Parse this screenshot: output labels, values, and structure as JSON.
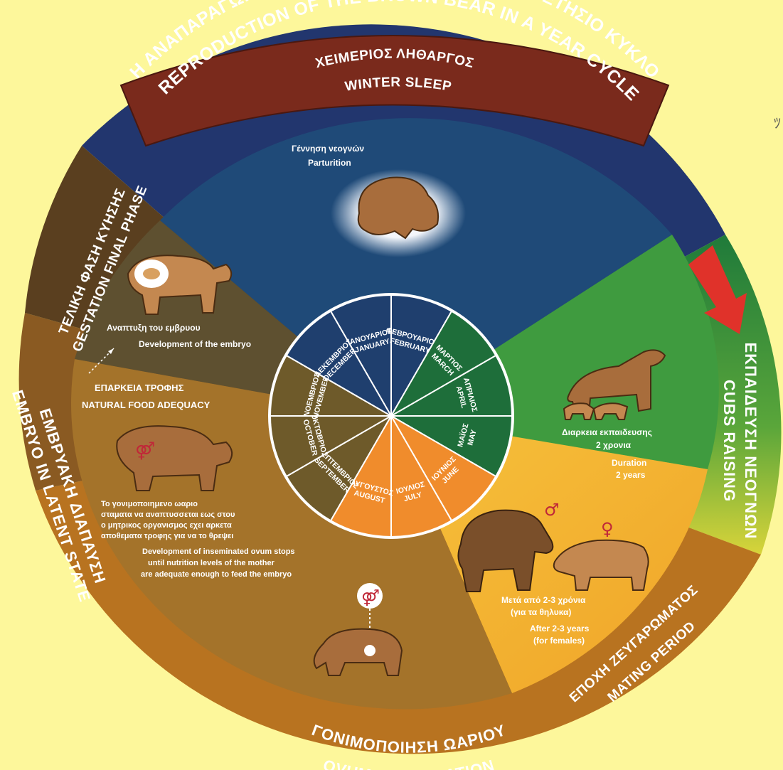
{
  "title": {
    "greek": "Η ΑΝΑΠΑΡΑΓΩΓΗ ΤΗΣ ΚΑΦΕ ΑΡΚΟΥΔΑΣ ΣΕ ΕΝΑ ΕΤΗΣΙΟ ΚΥΚΛΟ",
    "english": "REPRODUCTION OF THE BROWN BEAR IN A YEAR CYCLE"
  },
  "phases": {
    "winter_sleep": {
      "greek": "ΧΕΙΜΕΡΙΟΣ ΛΗΘΑΡΓΟΣ",
      "english": "WINTER SLEEP"
    },
    "cubs_raising": {
      "greek": "ΕΚΠΑΙΔΕΥΣΗ ΝΕΟΓΝΩΝ",
      "english": "CUBS RAISING"
    },
    "mating_period": {
      "greek": "ΕΠΟΧΗ ΖΕΥΓΑΡΩΜΑΤΟΣ",
      "english": "MATING PERIOD"
    },
    "ovum_insemination": {
      "greek": "ΓΟΝΙΜΟΠΟΙΗΣΗ ΩΑΡΙΟΥ",
      "english": "OVUM INSEMINATION"
    },
    "embryo_latent": {
      "greek": "ΕΜΒΡΥΑΚΗ ΔΙΑΠΑΥΣΗ",
      "english": "EMBRYO IN LATENT STATE"
    },
    "gestation_final": {
      "greek": "ΤΕΛΙΚΗ ΦΑΣΗ ΚΥΗΣΗΣ",
      "english": "GESTATION FINAL PHASE"
    }
  },
  "notes": {
    "parturition": {
      "greek": "Γέννηση νεογνών",
      "english": "Parturition"
    },
    "embryo_development": {
      "greek": "Αναπτυξη του εμβρυου",
      "english": "Development of the embryo"
    },
    "food_adequacy": {
      "greek": "ΕΠΑΡΚΕΙΑ ΤΡΟΦΗΣ",
      "english": "NATURAL FOOD ADEQUACY"
    },
    "training_duration": {
      "greek_1": "Διαρκεια εκπαιδευσης",
      "greek_2": "2 χρονια",
      "english_1": "Duration",
      "english_2": "2 years"
    },
    "after_years": {
      "greek_1": "Μετά από 2-3 χρόνια",
      "greek_2": "(για τα θηλυκα)",
      "english_1": "After 2-3 years",
      "english_2": "(for females)"
    },
    "ovum_stops": {
      "greek": [
        "Το γονιμοποιημενο ωαριο",
        "σταματα να αναπτυσσεται εως στου",
        "ο μητρικος οργανισμος εχει αρκετα",
        "αποθεματα τροφης για να το θρεψει"
      ],
      "english": [
        "Development of inseminated ovum stops",
        "until nutrition levels of the mother",
        "are adequate enough to feed the embryo"
      ]
    }
  },
  "symbols": {
    "male": "♂",
    "female": "♀",
    "pair": "⚤"
  },
  "months": [
    {
      "greek": "ΙΑΝΟΥΑΡΙΟΣ",
      "english": "JANUARY"
    },
    {
      "greek": "ΦΕΒΡΟΥΑΡΙΟΣ",
      "english": "FEBRUARY"
    },
    {
      "greek": "ΜΑΡΤΙΟΣ",
      "english": "MARCH"
    },
    {
      "greek": "ΑΠΡΙΛΙΟΣ",
      "english": "APRIL"
    },
    {
      "greek": "ΜΑΪΟΣ",
      "english": "MAY"
    },
    {
      "greek": "ΙΟΥΝΙΟΣ",
      "english": "JUNE"
    },
    {
      "greek": "ΙΟΥΛΙΟΣ",
      "english": "JULY"
    },
    {
      "greek": "ΑΥΓΟΥΣΤΟΣ",
      "english": "AUGUST"
    },
    {
      "greek": "ΣΕΠΤΕΜΒΡΙΟΣ",
      "english": "SEPTEMBER"
    },
    {
      "greek": "ΟΚΤΩΒΡΙΟΣ",
      "english": "OCTOBER"
    },
    {
      "greek": "ΝΟΕΜΒΡΙΟΣ",
      "english": "NOVEMBER"
    },
    {
      "greek": "ΔΕΚΕΜΒΡΙΟΣ",
      "english": "DECEMBER"
    }
  ],
  "colors": {
    "background": "#fdf79b",
    "winter": "#1f3f6e",
    "winter_band": "#22366e",
    "raising": "#3f9b3f",
    "raising_band": "#1f7a3a",
    "mating": "#f2b735",
    "latent": "#a4732a",
    "latent_band": "#7a4a1e",
    "gestation": "#5e5030",
    "title_banner": "#7a2a1c",
    "arrow": "#e0322a"
  }
}
